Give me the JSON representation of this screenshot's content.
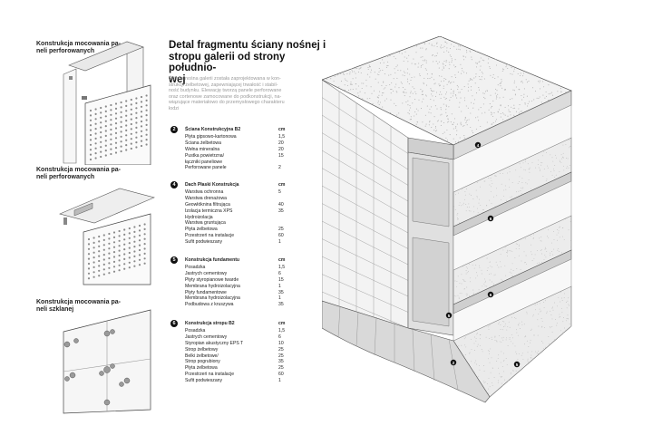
{
  "details": [
    {
      "caption_lines": [
        "Konstrukcja mocowania pa-",
        "neli perforowanych"
      ]
    },
    {
      "caption_lines": [
        "Konstrukcja mocowania pa-",
        "neli perforowanych"
      ]
    },
    {
      "caption_lines": [
        "Konstrukcja mocowania pa-",
        "neli szklanej"
      ]
    }
  ],
  "title_lines": [
    "Detal fragmentu ściany nośnej i",
    "stropu galerii od strony południo-",
    "wej"
  ],
  "intro_lines": [
    "Ściana nośna galerii została zaprojektowana w kon-",
    "strukcji żelbetowej, zapewniającej trwałość i stabil-",
    "ność budynku. Elewację tworzą panele perforowane",
    "oraz cortenowe zamocowane do podkonstrukcji, na-",
    "wiązujące materiałowo do przemysłowego charakteru",
    "łodzi"
  ],
  "specs": [
    {
      "number": "2",
      "title": "Ściana Konstrukcyjna B2",
      "unit": "cm",
      "rows": [
        [
          "Płyta gipsowo-kartonowa",
          "1,5"
        ],
        [
          "Ściana żelbetowa",
          "20"
        ],
        [
          "Wełna mineralna",
          "20"
        ],
        [
          "Pustka powietrzna/",
          "15"
        ],
        [
          "łączniki paneliowe",
          ""
        ],
        [
          "Perforowane panele",
          "2"
        ]
      ]
    },
    {
      "number": "4",
      "title": "Dach Płaski Konstrukcja",
      "unit": "cm",
      "rows": [
        [
          "Warstwa ochronna",
          "5"
        ],
        [
          "Warstwa drenażowa",
          ""
        ],
        [
          "Geowłóknina filtrująca",
          "40"
        ],
        [
          "Izolacja termiczna XPS",
          "35"
        ],
        [
          "Hydroizolacja",
          ""
        ],
        [
          "Warstwa gruntująca",
          ""
        ],
        [
          "Płyta żelbetowa",
          "25"
        ],
        [
          "Przestrzeń na instalacje",
          "60"
        ],
        [
          "Sufit podwieszany",
          "1"
        ]
      ]
    },
    {
      "number": "5",
      "title": "Konstrukcja fundamentu",
      "unit": "cm",
      "rows": [
        [
          "Posadzka",
          "1,5"
        ],
        [
          "Jastrych cementowy",
          "6"
        ],
        [
          "Płyty styropianowe twarde",
          "15"
        ],
        [
          "Membrana hydroizolacyjna",
          "1"
        ],
        [
          "Płyty fundamentowe",
          "35"
        ],
        [
          "Membrana hydroizolacyjna",
          "1"
        ],
        [
          "Podbudowa z kruszywa",
          "35"
        ]
      ]
    },
    {
      "number": "6",
      "title": "Konstrukcja stropu B2",
      "unit": "cm",
      "rows": [
        [
          "Posadzka",
          "1,5"
        ],
        [
          "Jastrych cementowy",
          "6"
        ],
        [
          "Styropian akustyczny EPS T",
          "10"
        ],
        [
          "Strop żelbetowy",
          "25"
        ],
        [
          "Belki żelbetowe/",
          "25"
        ],
        [
          "Strop pogrubiony",
          "35"
        ],
        [
          "Płyta żelbetowa",
          "25"
        ],
        [
          "Przestrzeń na instalacje",
          "60"
        ],
        [
          "Sufit podwieszany",
          "1"
        ]
      ]
    }
  ],
  "callouts": [
    "4",
    "6",
    "6",
    "5",
    "2",
    "5"
  ]
}
